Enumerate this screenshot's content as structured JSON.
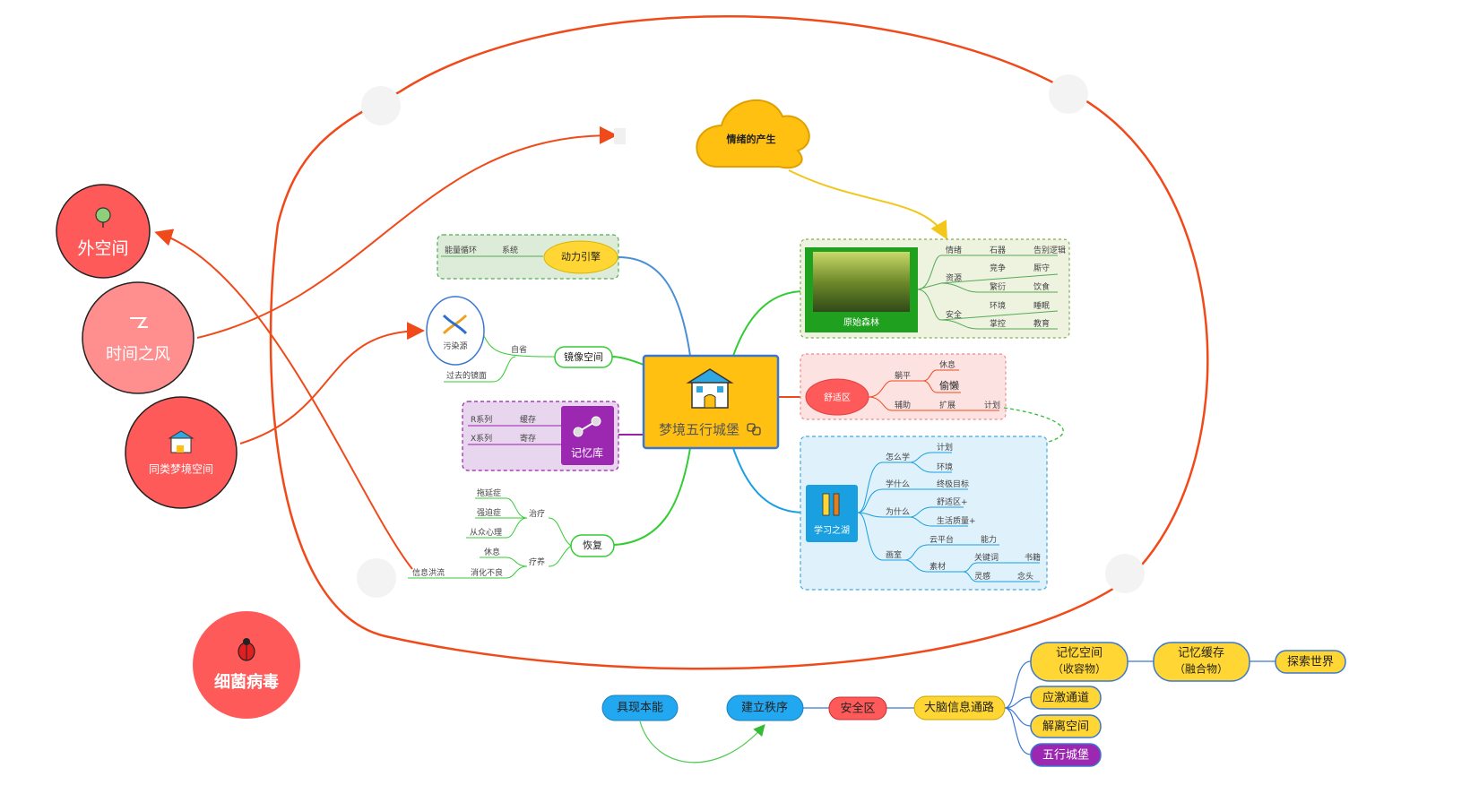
{
  "central": {
    "label": "梦境五行城堡"
  },
  "cloud": {
    "label": "情绪的产生"
  },
  "circles": {
    "outer_space": "外空间",
    "time_wind": "时间之风",
    "similar_dream": "同类梦境空间",
    "bacteria": "细菌病毒"
  },
  "left": {
    "power_engine": {
      "label": "动力引擎",
      "items": [
        "能量循环",
        "系统"
      ]
    },
    "mirror_space": {
      "label": "镜像空间",
      "items": [
        "污染源",
        "自省",
        "过去的镜面"
      ]
    },
    "memory_store": {
      "label": "记忆库",
      "items": [
        "R系列",
        "缓存",
        "X系列",
        "寄存"
      ]
    },
    "recovery": {
      "label": "恢复",
      "treatment": {
        "label": "治疗",
        "items": [
          "拖延症",
          "强迫症",
          "从众心理"
        ]
      },
      "recuperate": {
        "label": "疗养",
        "items": [
          "休息",
          "消化不良",
          "信息洪流"
        ]
      }
    }
  },
  "right": {
    "forest": {
      "label": "原始森林",
      "rows": [
        {
          "name": "情绪",
          "a": "石器",
          "b": "告别逻辑"
        },
        {
          "name": "资源",
          "a": "竞争",
          "b": "厮守"
        },
        {
          "name": "",
          "a": "繁衍",
          "b": "饮食"
        },
        {
          "name": "安全",
          "a": "环境",
          "b": "睡眠"
        },
        {
          "name": "",
          "a": "掌控",
          "b": "教育"
        }
      ]
    },
    "comfort": {
      "label": "舒适区",
      "items": [
        "躺平",
        "休息",
        "偷懒",
        "辅助",
        "扩展",
        "计划"
      ]
    },
    "learning": {
      "label": "学习之湖",
      "items": [
        "怎么学",
        "计划",
        "环境",
        "学什么",
        "终极目标",
        "为什么",
        "舒适区+",
        "生活质量+",
        "画室",
        "云平台",
        "能力",
        "素材",
        "关键词",
        "书籍",
        "灵感",
        "念头"
      ]
    }
  },
  "bottom_flow": {
    "nodes": [
      "具现本能",
      "建立秩序",
      "安全区",
      "大脑信息通路",
      "记忆空间\n（收容物）",
      "记忆缓存\n（融合物）",
      "探索世界",
      "应激通道",
      "解离空间",
      "五行城堡"
    ]
  },
  "colors": {
    "orange_line": "#f04a1a",
    "central_fill": "#ffc012",
    "green_line": "#33cc33",
    "blue_line": "#1a9fe0",
    "purple_line": "#9a1faa",
    "red_circle": "#ff5a5a",
    "pink_circle": "#ff8f8f",
    "yellow_node": "#ffd633",
    "blue_node": "#22a8f0",
    "purple_node": "#9c27b0"
  }
}
